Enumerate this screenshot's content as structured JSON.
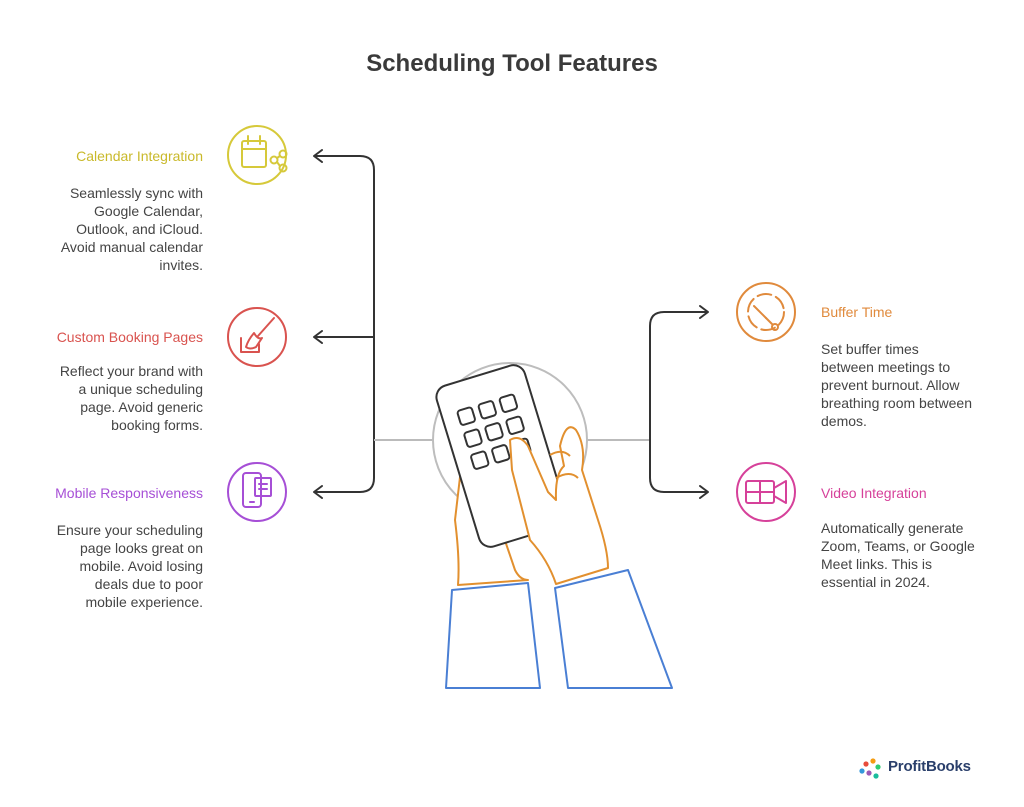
{
  "title": "Scheduling Tool Features",
  "features": {
    "calendar_integration": {
      "title": "Calendar Integration",
      "description": "Seamlessly sync with\nGoogle Calendar,\nOutlook, and iCloud.\nAvoid manual calendar\ninvites.",
      "color": "#d6c93a",
      "icon": "calendar-share-icon"
    },
    "custom_booking_pages": {
      "title": "Custom Booking Pages",
      "description": "Reflect your brand with\na unique scheduling\npage. Avoid generic\nbooking forms.",
      "color": "#d9534f",
      "icon": "paintbrush-icon"
    },
    "mobile_responsiveness": {
      "title": "Mobile Responsiveness",
      "description": "Ensure your scheduling\npage looks great on\nmobile. Avoid losing\ndeals due to poor\nmobile experience.",
      "color": "#a64fd6",
      "icon": "mobile-page-icon"
    },
    "buffer_time": {
      "title": "Buffer Time",
      "description": "Set buffer times\nbetween meetings to\nprevent burnout. Allow\nbreathing room between\ndemos.",
      "color": "#e08a3c",
      "icon": "timer-icon"
    },
    "video_integration": {
      "title": "Video Integration",
      "description": "Automatically generate\nZoom, Teams, or Google\nMeet links. This is\nessential in 2024.",
      "color": "#d6419a",
      "icon": "video-camera-icon"
    }
  },
  "central_icon": "hands-tablet-icon",
  "logo": {
    "text": "ProfitBooks"
  },
  "colors": {
    "title": "#3a3a3a",
    "connector": "#333333",
    "desc": "#444444"
  }
}
